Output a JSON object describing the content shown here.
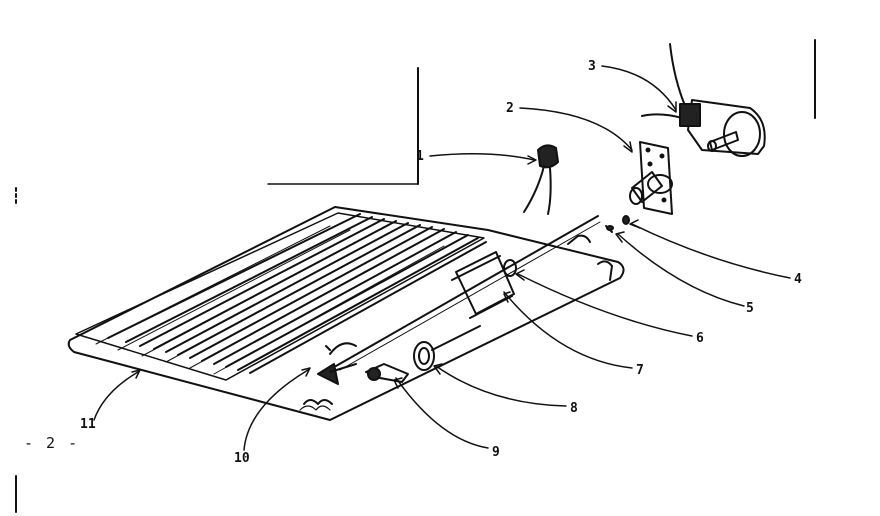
{
  "page_number": "- 2 -",
  "callouts": [
    "1",
    "2",
    "3",
    "4",
    "5",
    "6",
    "7",
    "8",
    "9",
    "10",
    "11"
  ]
}
